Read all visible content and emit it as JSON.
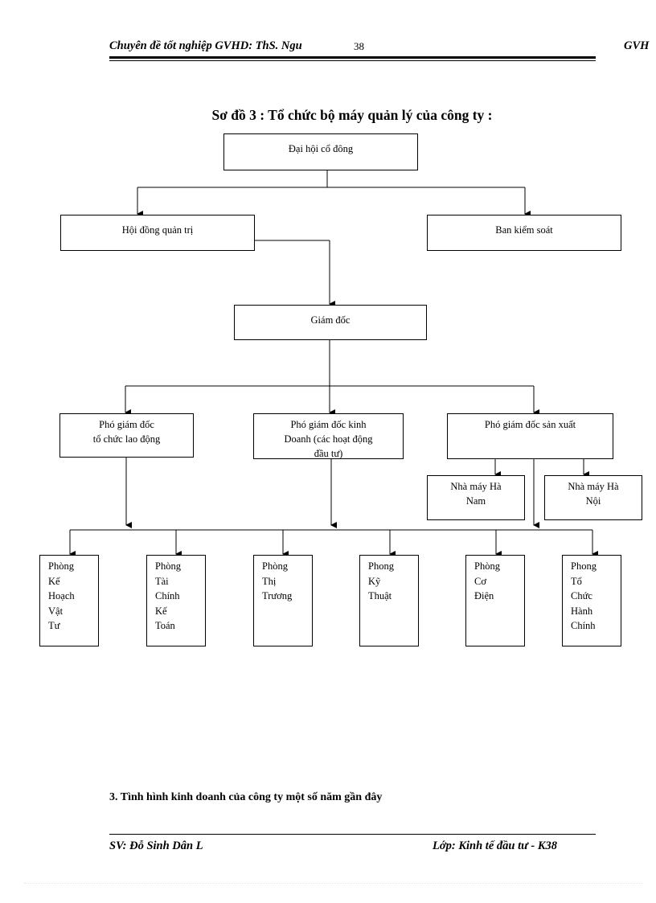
{
  "header": {
    "left": "Chuyên đề tốt nghiệp GVHD: ThS. Ngu",
    "page_number": "38",
    "right": "GVH"
  },
  "title": "Sơ đồ 3 : Tổ chức bộ máy quản lý của công ty :",
  "org_chart": {
    "shareholders": "Đại hội cổ đông",
    "board": "Hội đồng quản trị",
    "supervisory": "Ban kiểm soát",
    "director": "Giám đốc",
    "deputy_labor": [
      "Phó giám đốc",
      "tổ chức lao động"
    ],
    "deputy_business": [
      "Phó giám đốc kinh",
      "Doanh (các hoạt động",
      "đầu tư)"
    ],
    "deputy_production": "Phó giám đốc sản xuất",
    "factory_hanam": [
      "Nhà máy Hà",
      "Nam"
    ],
    "factory_hanoi": [
      "Nhà máy Hà",
      "Nội"
    ],
    "departments": [
      {
        "lines": [
          "Phòng",
          "Kế",
          "Hoạch",
          "Vật",
          "Tư"
        ]
      },
      {
        "lines": [
          "Phòng",
          "Tài",
          "Chính",
          "Kế",
          "Toán"
        ]
      },
      {
        "lines": [
          "Phòng",
          "Thị",
          "Trương"
        ]
      },
      {
        "lines": [
          "Phong",
          "Kỹ",
          "Thuật"
        ]
      },
      {
        "lines": [
          "Phòng",
          "Cơ",
          "Điện"
        ]
      },
      {
        "lines": [
          "Phong",
          "Tổ",
          "Chức",
          "Hành",
          "Chính"
        ]
      }
    ]
  },
  "section_heading": "3. Tình hình kinh doanh của công ty một số năm gần đây",
  "footer": {
    "left": "SV: Đỗ Sinh Dân L",
    "right": "Lớp: Kinh tế đầu tư - K38"
  }
}
